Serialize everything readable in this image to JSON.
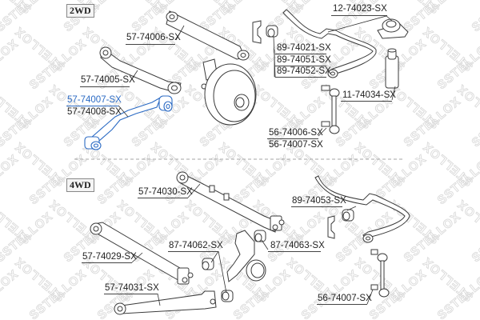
{
  "diagram": {
    "title": "Rear suspension parts",
    "accent_color": "#2c6bc4",
    "watermark_text": "STELLOX",
    "sections": [
      {
        "id": "2wd",
        "tag": "2WD",
        "labels": [
          {
            "id": "57-74006",
            "text": "57-74006-SX",
            "highlighted": false
          },
          {
            "id": "57-74005",
            "text": "57-74005-SX",
            "highlighted": false
          },
          {
            "id": "57-74007",
            "text": "57-74007-SX",
            "highlighted": true
          },
          {
            "id": "57-74008",
            "text": "57-74008-SX",
            "highlighted": false
          },
          {
            "id": "89-74021",
            "text": "89-74021-SX",
            "highlighted": false
          },
          {
            "id": "89-74051",
            "text": "89-74051-SX",
            "highlighted": false
          },
          {
            "id": "89-74052",
            "text": "89-74052-SX",
            "highlighted": false
          },
          {
            "id": "12-74023",
            "text": "12-74023-SX",
            "highlighted": false
          },
          {
            "id": "11-74034",
            "text": "11-74034-SX",
            "highlighted": false
          },
          {
            "id": "56-74006",
            "text": "56-74006-SX",
            "highlighted": false
          },
          {
            "id": "56-74007a",
            "text": "56-74007-SX",
            "highlighted": false
          }
        ]
      },
      {
        "id": "4wd",
        "tag": "4WD",
        "labels": [
          {
            "id": "57-74030",
            "text": "57-74030-SX",
            "highlighted": false
          },
          {
            "id": "57-74029",
            "text": "57-74029-SX",
            "highlighted": false
          },
          {
            "id": "57-74031",
            "text": "57-74031-SX",
            "highlighted": false
          },
          {
            "id": "87-74062",
            "text": "87-74062-SX",
            "highlighted": false
          },
          {
            "id": "87-74063",
            "text": "87-74063-SX",
            "highlighted": false
          },
          {
            "id": "89-74053",
            "text": "89-74053-SX",
            "highlighted": false
          },
          {
            "id": "56-74007b",
            "text": "56-74007-SX",
            "highlighted": false
          }
        ]
      }
    ]
  }
}
